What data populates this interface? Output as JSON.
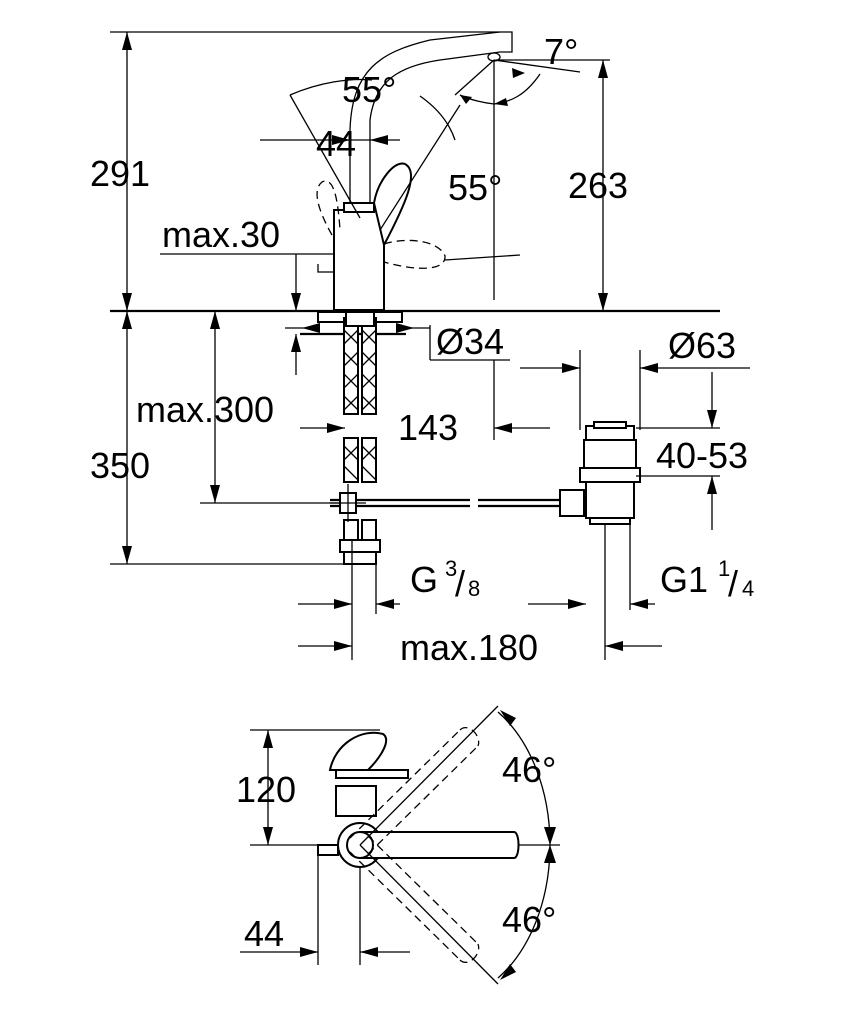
{
  "side_view": {
    "dim_291": "291",
    "dim_263": "263",
    "dim_max30": "max.30",
    "dim_7deg": "7°",
    "dim_55deg_top": "55°",
    "dim_55deg_right": "55°",
    "dim_44_top": "44",
    "dim_d34": "Ø34",
    "dim_d63": "Ø63",
    "dim_max300": "max.300",
    "dim_143": "143",
    "dim_350": "350",
    "dim_40_53": "40-53",
    "thread_g38_main": "G",
    "thread_g38_num": "3",
    "thread_g38_den": "8",
    "thread_g114_main": "G1",
    "thread_g114_num": "1",
    "thread_g114_den": "4",
    "dim_max180": "max.180"
  },
  "top_view": {
    "dim_120": "120",
    "dim_46deg_top": "46°",
    "dim_46deg_bottom": "46°",
    "dim_44_bottom": "44"
  }
}
